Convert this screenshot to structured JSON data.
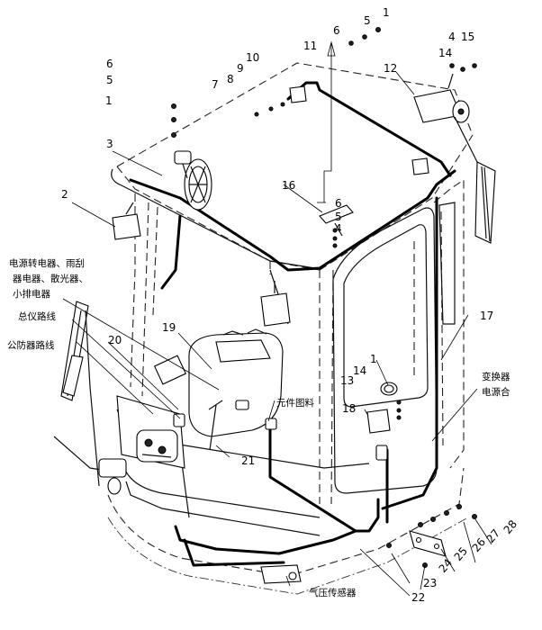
{
  "callouts": {
    "n1": "1",
    "n2": "2",
    "n3": "3",
    "n4": "4",
    "n5": "5",
    "n6": "6",
    "n7": "7",
    "n8": "8",
    "n9": "9",
    "n10": "10",
    "n11": "11",
    "n12": "12",
    "n13": "13",
    "n14": "14",
    "n15": "15",
    "n16": "16",
    "n17": "17",
    "n18": "18",
    "n19": "19",
    "n20": "20",
    "n21": "21",
    "n22": "22",
    "n23": "23",
    "n24": "24",
    "n25": "25",
    "n26": "26",
    "n27": "27",
    "n28": "28"
  },
  "labels": {
    "left_group_1": "电源转电器、雨刮",
    "left_group_2": "器电器、散光器、",
    "left_group_3": "小排电器",
    "main_harness": "总仪路线",
    "wiper_harness": "公防器路线",
    "center_connector": "元件图料",
    "converter_1": "变换器",
    "converter_2": "电源合",
    "pressure_sensor": "气压传感器"
  }
}
